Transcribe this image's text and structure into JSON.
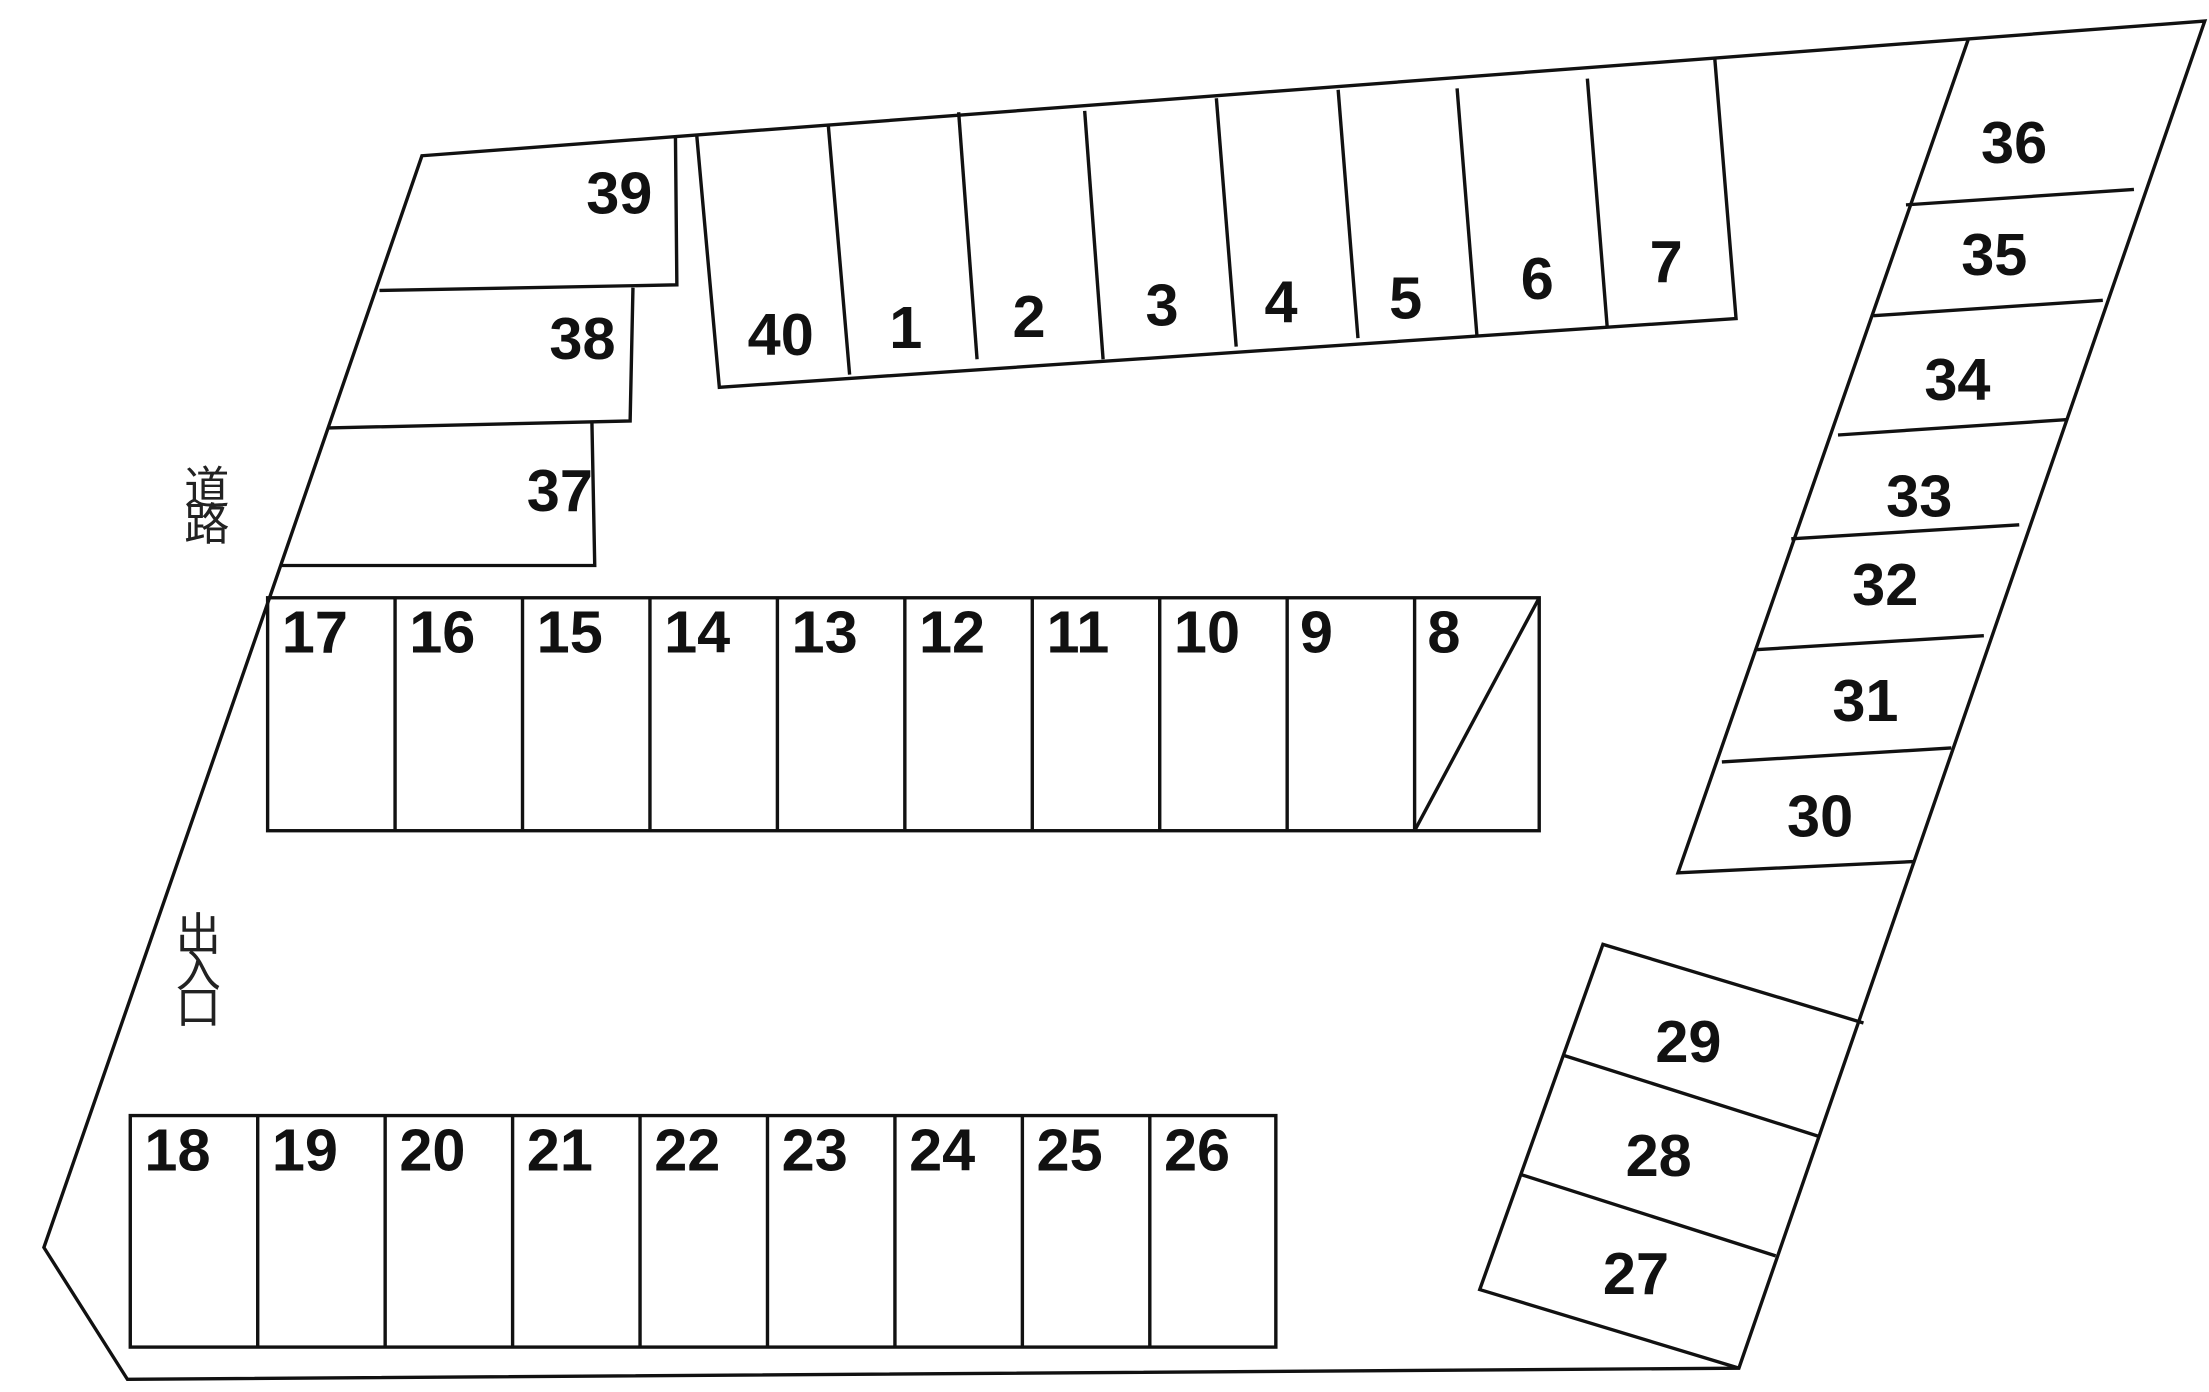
{
  "signs": {
    "road": [
      "道",
      "路"
    ],
    "entrance": [
      "出",
      "入",
      "口"
    ]
  },
  "spaces": {
    "top_row": [
      "40",
      "1",
      "2",
      "3",
      "4",
      "5",
      "6",
      "7"
    ],
    "left_upper": [
      "39",
      "38",
      "37"
    ],
    "middle_row": [
      "17",
      "16",
      "15",
      "14",
      "13",
      "12",
      "11",
      "10",
      "9",
      "8"
    ],
    "bottom_row": [
      "18",
      "19",
      "20",
      "21",
      "22",
      "23",
      "24",
      "25",
      "26"
    ],
    "right_column": [
      "36",
      "35",
      "34",
      "33",
      "32",
      "31",
      "30"
    ],
    "right_lower": [
      "29",
      "28",
      "27"
    ]
  }
}
